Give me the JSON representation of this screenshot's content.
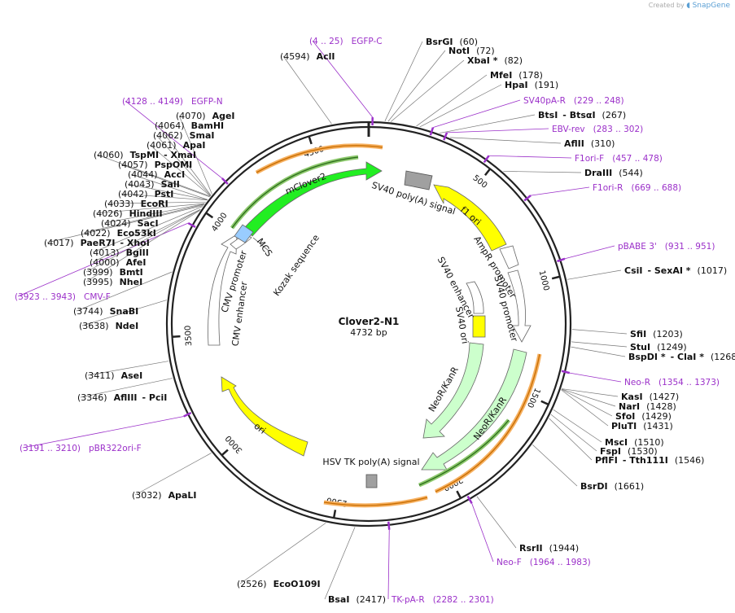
{
  "watermark": {
    "prefix": "Created by",
    "brand": "SnapGene"
  },
  "plasmid": {
    "name": "Clover2-N1",
    "length_label": "4732 bp",
    "length": 4732
  },
  "ticks": [
    "500",
    "1000",
    "1500",
    "2000",
    "2500",
    "3000",
    "3500",
    "4000",
    "4500"
  ],
  "sites": [
    {
      "name": "AclI",
      "pos": "(4594)"
    },
    {
      "name": "BsrGI",
      "pos": "(60)"
    },
    {
      "name": "NotI",
      "pos": "(72)"
    },
    {
      "name": "XbaI *",
      "pos": "(82)"
    },
    {
      "name": "MfeI",
      "pos": "(178)"
    },
    {
      "name": "HpaI",
      "pos": "(191)"
    },
    {
      "name": "BtsI",
      "alt": "BtsαI",
      "pos": "(267)"
    },
    {
      "name": "AflII",
      "pos": "(310)"
    },
    {
      "name": "DraIII",
      "pos": "(544)"
    },
    {
      "name": "CsiI",
      "alt": "SexAI *",
      "pos": "(1017)"
    },
    {
      "name": "SfiI",
      "pos": "(1203)"
    },
    {
      "name": "StuI",
      "pos": "(1249)"
    },
    {
      "name": "BspDI *",
      "alt": "ClaI *",
      "pos": "(1268)"
    },
    {
      "name": "KasI",
      "pos": "(1427)"
    },
    {
      "name": "NarI",
      "pos": "(1428)"
    },
    {
      "name": "SfoI",
      "pos": "(1429)"
    },
    {
      "name": "PluTI",
      "pos": "(1431)"
    },
    {
      "name": "MscI",
      "pos": "(1510)"
    },
    {
      "name": "FspI",
      "pos": "(1530)"
    },
    {
      "name": "PflFI",
      "alt": "Tth111I",
      "pos": "(1546)"
    },
    {
      "name": "BsrDI",
      "pos": "(1661)"
    },
    {
      "name": "RsrII",
      "pos": "(1944)"
    },
    {
      "name": "BsaI",
      "pos": "(2417)"
    },
    {
      "name": "EcoO109I",
      "pos": "(2526)"
    },
    {
      "name": "ApaLI",
      "pos": "(3032)"
    },
    {
      "name": "AflIII",
      "alt": "PciI",
      "pos": "(3346)"
    },
    {
      "name": "AseI",
      "pos": "(3411)"
    },
    {
      "name": "NdeI",
      "pos": "(3638)"
    },
    {
      "name": "SnaBI",
      "pos": "(3744)"
    },
    {
      "name": "NheI",
      "pos": "(3995)"
    },
    {
      "name": "BmtI",
      "pos": "(3999)"
    },
    {
      "name": "AfeI",
      "pos": "(4000)"
    },
    {
      "name": "BglII",
      "pos": "(4013)"
    },
    {
      "name": "PaeR7I",
      "alt": "XhoI",
      "pos": "(4017)"
    },
    {
      "name": "Eco53kI",
      "pos": "(4022)"
    },
    {
      "name": "SacI",
      "pos": "(4024)"
    },
    {
      "name": "HindIII",
      "pos": "(4026)"
    },
    {
      "name": "EcoRI",
      "pos": "(4033)"
    },
    {
      "name": "PstI",
      "pos": "(4042)"
    },
    {
      "name": "SalI",
      "pos": "(4043)"
    },
    {
      "name": "AccI",
      "pos": "(4044)"
    },
    {
      "name": "PspOMI",
      "pos": "(4057)"
    },
    {
      "name": "TspMI",
      "alt": "XmaI",
      "pos": "(4060)"
    },
    {
      "name": "ApaI",
      "pos": "(4061)"
    },
    {
      "name": "SmaI",
      "pos": "(4062)"
    },
    {
      "name": "BamHI",
      "pos": "(4064)"
    },
    {
      "name": "AgeI",
      "pos": "(4070)"
    }
  ],
  "primers": [
    {
      "name": "EGFP-C",
      "range": "(4 .. 25)"
    },
    {
      "name": "SV40pA-R",
      "range": "(229 .. 248)"
    },
    {
      "name": "EBV-rev",
      "range": "(283 .. 302)"
    },
    {
      "name": "F1ori-F",
      "range": "(457 .. 478)"
    },
    {
      "name": "F1ori-R",
      "range": "(669 .. 688)"
    },
    {
      "name": "pBABE 3'",
      "range": "(931 .. 951)"
    },
    {
      "name": "Neo-R",
      "range": "(1354 .. 1373)"
    },
    {
      "name": "Neo-F",
      "range": "(1964 .. 1983)"
    },
    {
      "name": "TK-pA-R",
      "range": "(2282 .. 2301)"
    },
    {
      "name": "pBR322ori-F",
      "range": "(3191 .. 3210)"
    },
    {
      "name": "CMV-F",
      "range": "(3923 .. 3943)"
    },
    {
      "name": "EGFP-N",
      "range": "(4128 .. 4149)"
    }
  ],
  "features": [
    {
      "label": "mClover2",
      "color": "#22ee22"
    },
    {
      "label": "SV40 poly(A) signal",
      "color": "#a0a0a0"
    },
    {
      "label": "f1 ori",
      "color": "#ffff00"
    },
    {
      "label": "AmpR promoter",
      "color": "#ffffff"
    },
    {
      "label": "SV40 promoter",
      "color": "#ffffff"
    },
    {
      "label": "SV40 enhancer",
      "color": "#ffffff"
    },
    {
      "label": "SV40 ori",
      "color": "#ffff00"
    },
    {
      "label": "NeoR/KanR",
      "color": "#ccffcc"
    },
    {
      "label": "NeoR/KanR",
      "color": "#ccffcc"
    },
    {
      "label": "HSV TK poly(A) signal",
      "color": "#a0a0a0"
    },
    {
      "label": "ori",
      "color": "#ffff00"
    },
    {
      "label": "CMV enhancer",
      "color": "#ffffff"
    },
    {
      "label": "CMV promoter",
      "color": "#ffffff"
    },
    {
      "label": "MCS",
      "color": "#99ccff"
    },
    {
      "label": "Kozak sequence",
      "color": "#ffffff"
    }
  ]
}
